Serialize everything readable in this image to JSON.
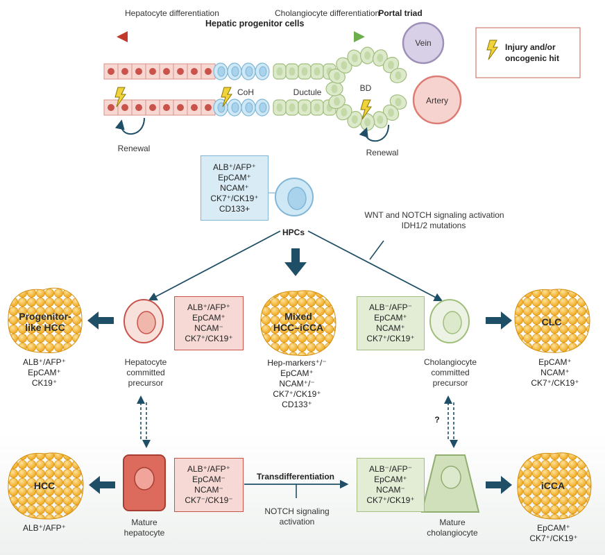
{
  "top": {
    "hep_diff": "Hepatocyte\ndifferentiation",
    "hpc_title": "Hepatic\nprogenitor\ncells",
    "chol_diff": "Cholangiocyte\ndifferentiation",
    "portal_triad": "Portal triad",
    "vein": "Vein",
    "artery": "Artery",
    "coh": "CoH",
    "ductule": "Ductule",
    "bd": "BD",
    "renewal_left": "Renewal",
    "renewal_right": "Renewal"
  },
  "legend": {
    "label": "Injury and/or\noncogenic hit"
  },
  "hpcs": {
    "markers": [
      "ALB⁺/AFP⁺",
      "EpCAM⁺",
      "NCAM⁺",
      "CK7⁺/CK19⁺",
      "CD133+"
    ],
    "label": "HPCs"
  },
  "signaling": {
    "line1": "WNT and NOTCH signaling activation",
    "line2": "IDH1/2 mutations"
  },
  "hep_precursor": {
    "label": "Hepatocyte\ncommitted\nprecursor",
    "markers": [
      "ALB⁺/AFP⁺",
      "EpCAM⁺",
      "NCAM⁻",
      "CK7⁺/CK19⁺"
    ]
  },
  "mixed": {
    "label": "Mixed\nHCC–iCCA",
    "markers": [
      "Hep-markers⁺/⁻",
      "EpCAM⁺",
      "NCAM⁺/⁻",
      "CK7⁺/CK19⁺",
      "CD133⁺"
    ]
  },
  "chol_precursor": {
    "label": "Cholangiocyte\ncommitted\nprecursor",
    "markers": [
      "ALB⁻/AFP⁻",
      "EpCAM⁺",
      "NCAM⁺",
      "CK7⁺/CK19⁺"
    ]
  },
  "progenitor_hcc": {
    "label": "Progenitor-\nlike HCC",
    "markers": [
      "ALB⁺/AFP⁺",
      "EpCAM⁺",
      "CK19⁺"
    ]
  },
  "clc": {
    "label": "CLC",
    "markers": [
      "EpCAM⁺",
      "NCAM⁺",
      "CK7⁺/CK19⁺"
    ]
  },
  "question": "?",
  "hcc": {
    "label": "HCC",
    "markers": [
      "ALB⁺/AFP⁺"
    ]
  },
  "mature_hep": {
    "label": "Mature\nhepatocyte",
    "markers": [
      "ALB⁺/AFP⁺",
      "EpCAM⁻",
      "NCAM⁻",
      "CK7⁻/CK19⁻"
    ]
  },
  "transdiff": {
    "label": "Transdifferentiation",
    "sub": "NOTCH signaling\nactivation"
  },
  "mature_chol": {
    "label": "Mature\ncholangiocyte",
    "markers": [
      "ALB⁻/AFP⁻",
      "EpCAM⁺",
      "NCAM⁻",
      "CK7⁺/CK19⁺"
    ]
  },
  "icca": {
    "label": "iCCA",
    "markers": [
      "EpCAM⁺",
      "CK7⁺/CK19⁺"
    ]
  },
  "colors": {
    "hepatocyte": "#c9524a",
    "progenitor": "#7fb6d6",
    "cholangiocyte": "#9fbe7c",
    "arrow": "#1f4f66",
    "tumor": "#f2b12a"
  }
}
